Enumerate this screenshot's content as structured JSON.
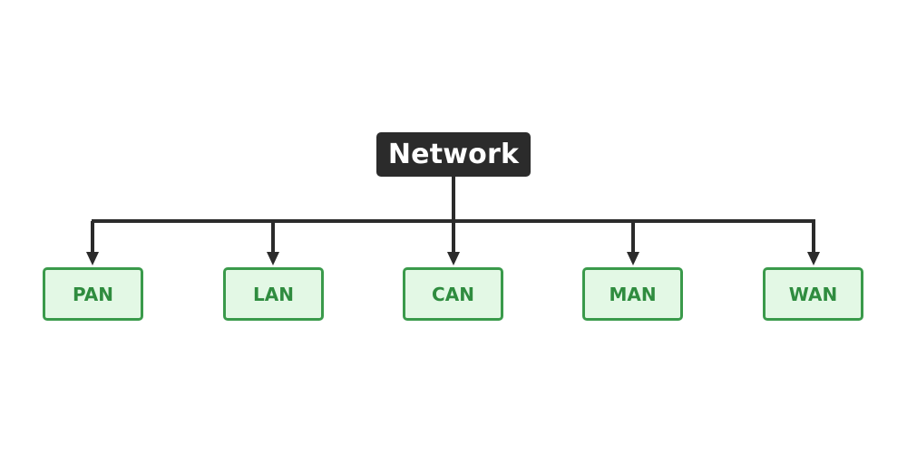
{
  "diagram": {
    "root": {
      "label": "Network"
    },
    "children": [
      {
        "label": "PAN"
      },
      {
        "label": "LAN"
      },
      {
        "label": "CAN"
      },
      {
        "label": "MAN"
      },
      {
        "label": "WAN"
      }
    ]
  },
  "colors": {
    "root_fill": "#2b2b2b",
    "root_text": "#ffffff",
    "child_fill": "#e3f8e5",
    "child_border": "#3a9a4b",
    "child_text": "#2f8c3f",
    "connector": "#2b2b2b"
  }
}
